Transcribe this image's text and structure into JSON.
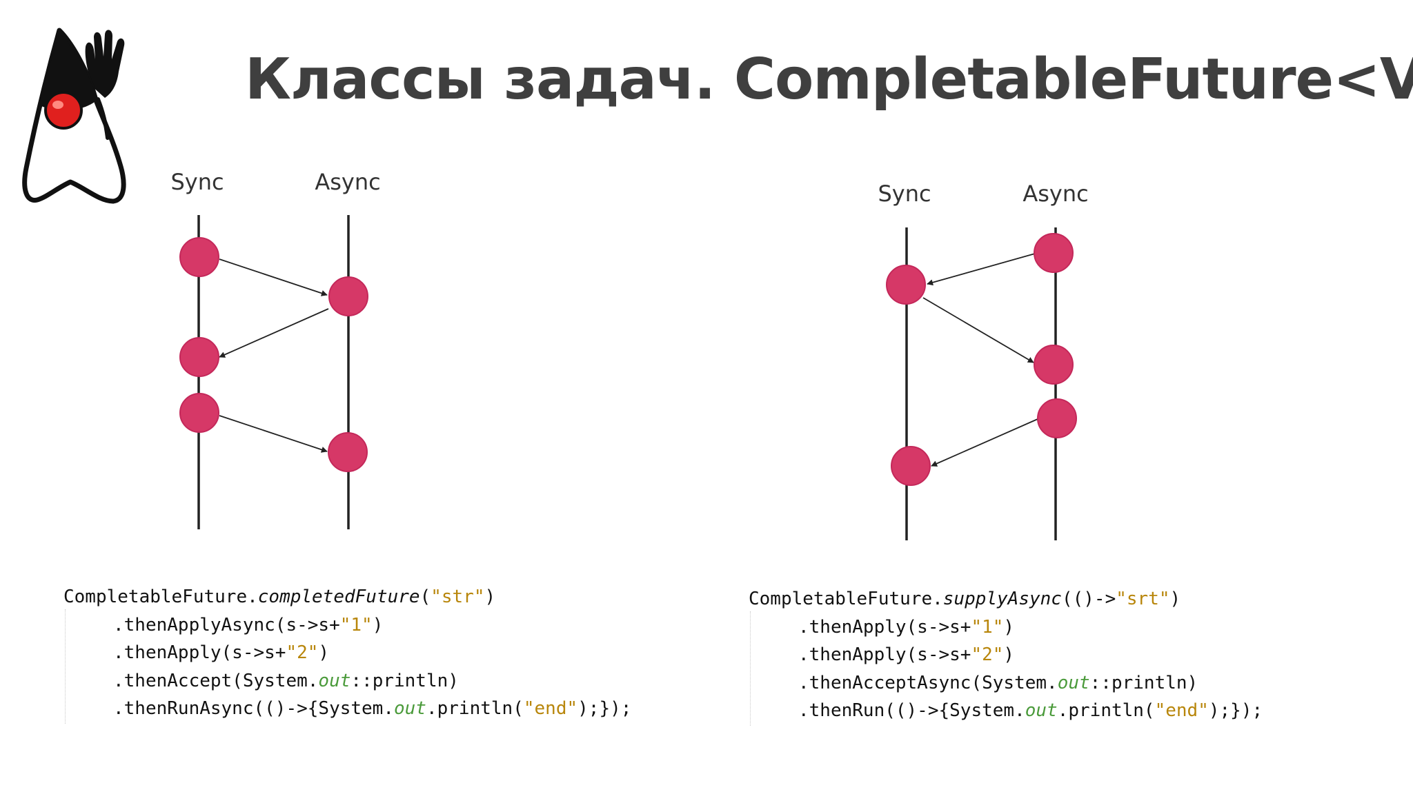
{
  "slide": {
    "title": "Классы задач. CompletableFuture<V>"
  },
  "colors": {
    "node_fill": "#d63867",
    "node_stroke": "#c4285a",
    "line": "#222222",
    "title": "#3f3f3f",
    "code_string": "#b8860b",
    "code_field": "#4a9a3a"
  },
  "diagrams": [
    {
      "labels": {
        "sync": "Sync",
        "async": "Async"
      },
      "flow": "completedFuture: sync -> async -> sync, sync -> async",
      "code": [
        [
          {
            "t": "CompletableFuture.",
            "s": "plain"
          },
          {
            "t": "completedFuture",
            "s": "italic"
          },
          {
            "t": "(",
            "s": "plain"
          },
          {
            "t": "\"str\"",
            "s": "string"
          },
          {
            "t": ")",
            "s": "plain"
          }
        ],
        [
          {
            "t": ".thenApplyAsync(s->s+",
            "s": "plain"
          },
          {
            "t": "\"1\"",
            "s": "string"
          },
          {
            "t": ")",
            "s": "plain"
          }
        ],
        [
          {
            "t": ".thenApply(s->s+",
            "s": "plain"
          },
          {
            "t": "\"2\"",
            "s": "string"
          },
          {
            "t": ")",
            "s": "plain"
          }
        ],
        [
          {
            "t": ".thenAccept(System.",
            "s": "plain"
          },
          {
            "t": "out",
            "s": "field"
          },
          {
            "t": "::println)",
            "s": "plain"
          }
        ],
        [
          {
            "t": ".thenRunAsync(()->{System.",
            "s": "plain"
          },
          {
            "t": "out",
            "s": "field"
          },
          {
            "t": ".println(",
            "s": "plain"
          },
          {
            "t": "\"end\"",
            "s": "string"
          },
          {
            "t": ");});",
            "s": "plain"
          }
        ]
      ]
    },
    {
      "labels": {
        "sync": "Sync",
        "async": "Async"
      },
      "flow": "supplyAsync: async -> sync -> async, async -> sync",
      "code": [
        [
          {
            "t": "CompletableFuture.",
            "s": "plain"
          },
          {
            "t": "supplyAsync",
            "s": "italic"
          },
          {
            "t": "(()->",
            "s": "plain"
          },
          {
            "t": "\"srt\"",
            "s": "string"
          },
          {
            "t": ")",
            "s": "plain"
          }
        ],
        [
          {
            "t": ".thenApply(s->s+",
            "s": "plain"
          },
          {
            "t": "\"1\"",
            "s": "string"
          },
          {
            "t": ")",
            "s": "plain"
          }
        ],
        [
          {
            "t": ".thenApply(s->s+",
            "s": "plain"
          },
          {
            "t": "\"2\"",
            "s": "string"
          },
          {
            "t": ")",
            "s": "plain"
          }
        ],
        [
          {
            "t": ".thenAcceptAsync(System.",
            "s": "plain"
          },
          {
            "t": "out",
            "s": "field"
          },
          {
            "t": "::println)",
            "s": "plain"
          }
        ],
        [
          {
            "t": ".thenRun(()->{System.",
            "s": "plain"
          },
          {
            "t": "out",
            "s": "field"
          },
          {
            "t": ".println(",
            "s": "plain"
          },
          {
            "t": "\"end\"",
            "s": "string"
          },
          {
            "t": ");});",
            "s": "plain"
          }
        ]
      ]
    }
  ],
  "logo": {
    "icon": "duke-mascot-icon"
  }
}
